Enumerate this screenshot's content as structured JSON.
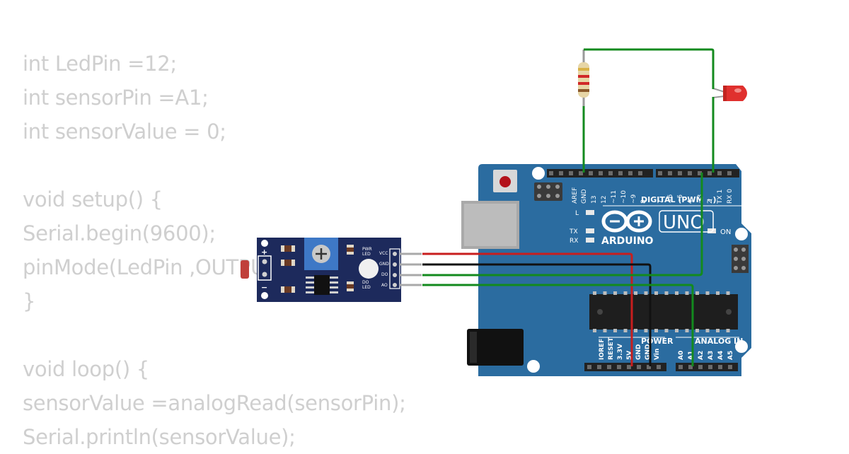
{
  "code_lines": [
    "int LedPin =12;",
    "int sensorPin =A1;",
    "int sensorValue = 0;",
    "",
    "void setup() {",
    "Serial.begin(9600);",
    "pinMode(LedPin ,OUTPUT);",
    "}",
    "",
    "void loop() {",
    "sensorValue =analogRead(sensorPin);",
    "Serial.println(sensorValue);"
  ],
  "board": {
    "brand": "ARDUINO",
    "model": "UNO",
    "digital_header": "DIGITAL (PWM ~)",
    "digital_pins": [
      "AREF",
      "GND",
      "13",
      "12",
      "~11",
      "~10",
      "~9",
      "8",
      "7",
      "~6",
      "~5",
      "4",
      "~3",
      "2",
      "TX 1",
      "RX 0"
    ],
    "led_labels": [
      "L",
      "TX",
      "RX",
      "ON"
    ],
    "power_header": "POWER",
    "power_pins": [
      "IOREF",
      "RESET",
      "3.3V",
      "5V",
      "GND",
      "GND",
      "Vin"
    ],
    "analog_header": "ANALOG IN",
    "analog_pins": [
      "A0",
      "A1",
      "A2",
      "A3",
      "A4",
      "A5"
    ]
  },
  "sensor_module": {
    "pins": [
      "VCC",
      "GND",
      "DO",
      "AO"
    ],
    "led_labels": [
      "PWR LED",
      "DO LED"
    ],
    "plus": "+",
    "minus": "−"
  },
  "colors": {
    "board": "#2b6ca0",
    "wire_red": "#c81e1e",
    "wire_black": "#111111",
    "wire_green": "#138a1e",
    "code_text": "#cfcfcf"
  }
}
